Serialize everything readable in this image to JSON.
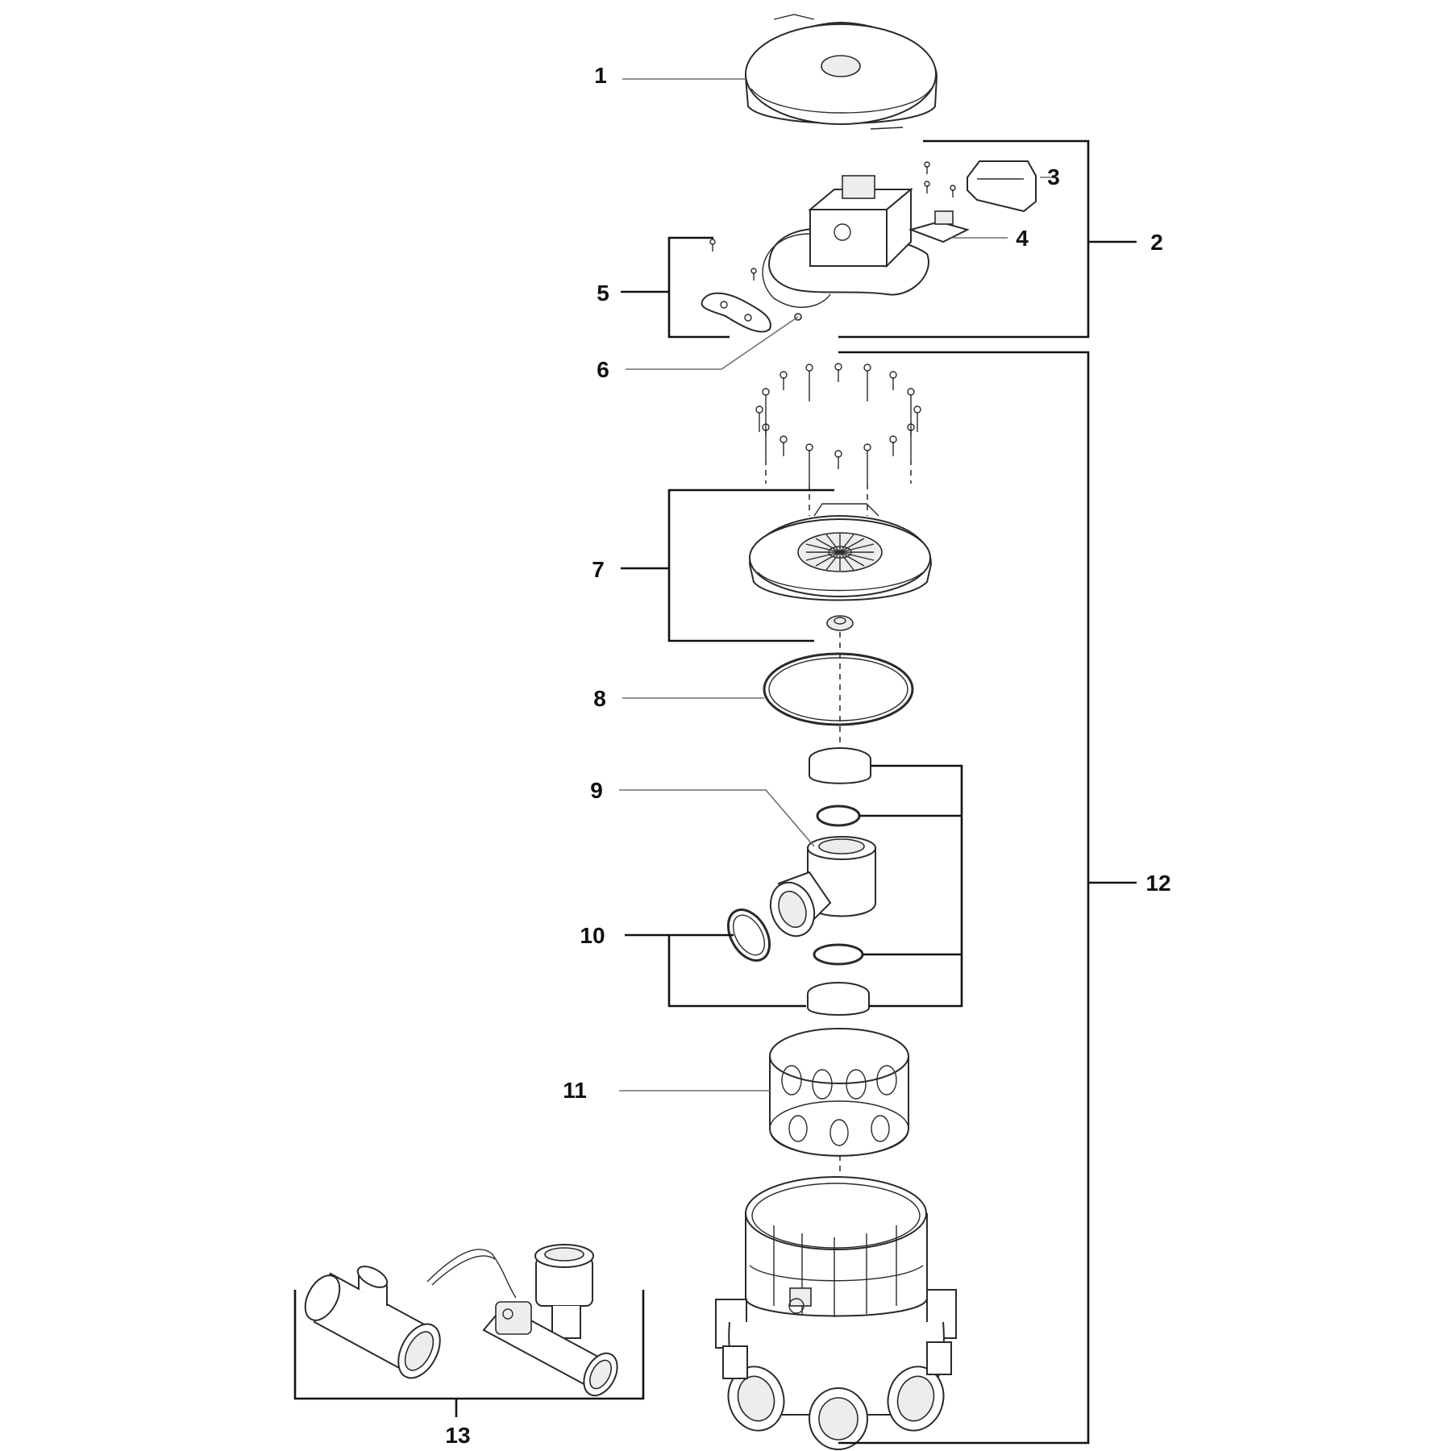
{
  "diagram": {
    "callouts": [
      "1",
      "2",
      "3",
      "4",
      "5",
      "6",
      "7",
      "8",
      "9",
      "10",
      "11",
      "12",
      "13"
    ]
  },
  "colors": {
    "line": "#2a2a2a",
    "leader": "#6e6e6e",
    "background": "#ffffff"
  }
}
